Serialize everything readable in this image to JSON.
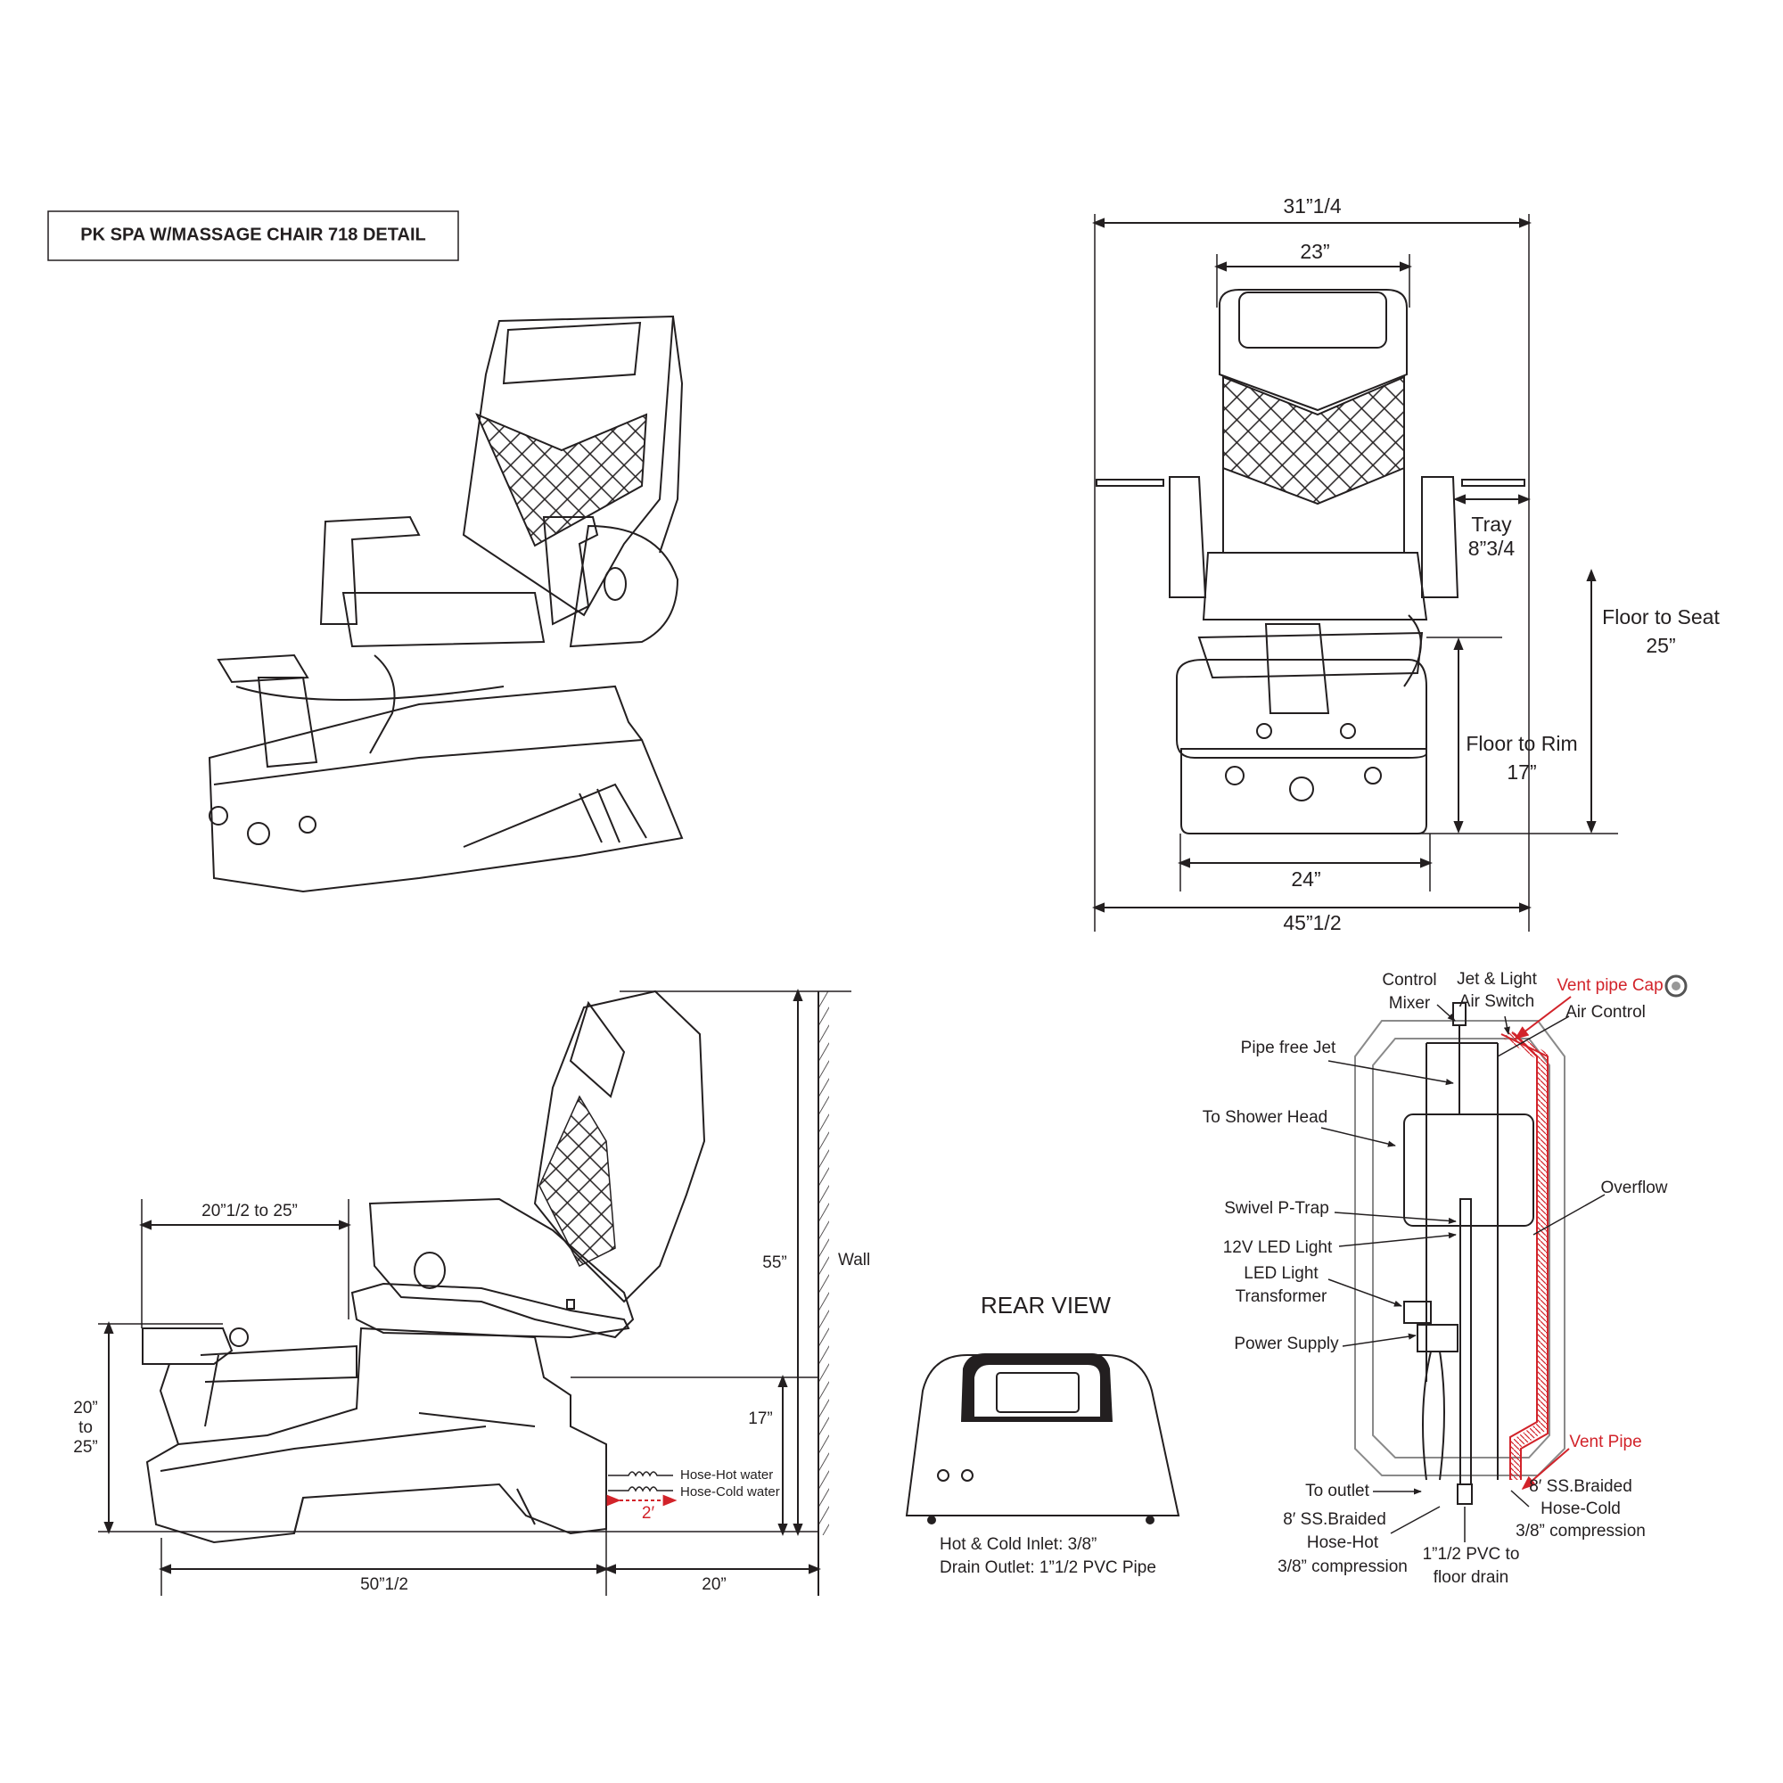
{
  "title": "PK SPA W/MASSAGE CHAIR 718 DETAIL",
  "front_view": {
    "overall_width_top": "31”1/4",
    "backrest_width": "23”",
    "tray_label": "Tray",
    "tray_value": "8”3/4",
    "floor_to_seat_label": "Floor to Seat",
    "floor_to_seat_value": "25”",
    "floor_to_rim_label": "Floor to Rim",
    "floor_to_rim_value": "17”",
    "base_width": "24”",
    "overall_width_bottom": "45”1/2"
  },
  "side_view": {
    "footrest_reach": "20”1/2 to 25”",
    "height": "55”",
    "wall": "Wall",
    "rim_height": "17”",
    "footrest_height_line1": "20”",
    "footrest_height_line2": "to",
    "footrest_height_line3": "25”",
    "length": "50”1/2",
    "wall_clearance": "20”",
    "hose_hot": "Hose-Hot water",
    "hose_cold": "Hose-Cold water",
    "hose_length": "2′"
  },
  "rear_view": {
    "title": "REAR VIEW",
    "inlet": "Hot & Cold Inlet: 3/8”",
    "drain": "Drain Outlet: 1”1/2 PVC Pipe"
  },
  "plumbing": {
    "control_mixer_1": "Control",
    "control_mixer_2": "Mixer",
    "air_switch_1": "Jet & Light",
    "air_switch_2": "Air Switch",
    "vent_pipe_cap": "Vent pipe Cap",
    "air_control": "Air Control",
    "pipe_free_jet": "Pipe free Jet",
    "shower_head": "To Shower Head",
    "p_trap": "Swivel P-Trap",
    "overflow": "Overflow",
    "led_light": "12V LED Light",
    "transformer_1": "LED Light",
    "transformer_2": "Transformer",
    "power_supply": "Power Supply",
    "vent_pipe": "Vent Pipe",
    "to_outlet": "To outlet",
    "hot_hose_1": "8′ SS.Braided",
    "hot_hose_2": "Hose-Hot",
    "hot_hose_3": "3/8” compression",
    "drain_1": "1”1/2 PVC to",
    "drain_2": "floor drain",
    "cold_hose_1": "8′ SS.Braided",
    "cold_hose_2": "Hose-Cold",
    "cold_hose_3": "3/8” compression"
  },
  "colors": {
    "line": "#231f20",
    "accent_red": "#d2232a"
  }
}
